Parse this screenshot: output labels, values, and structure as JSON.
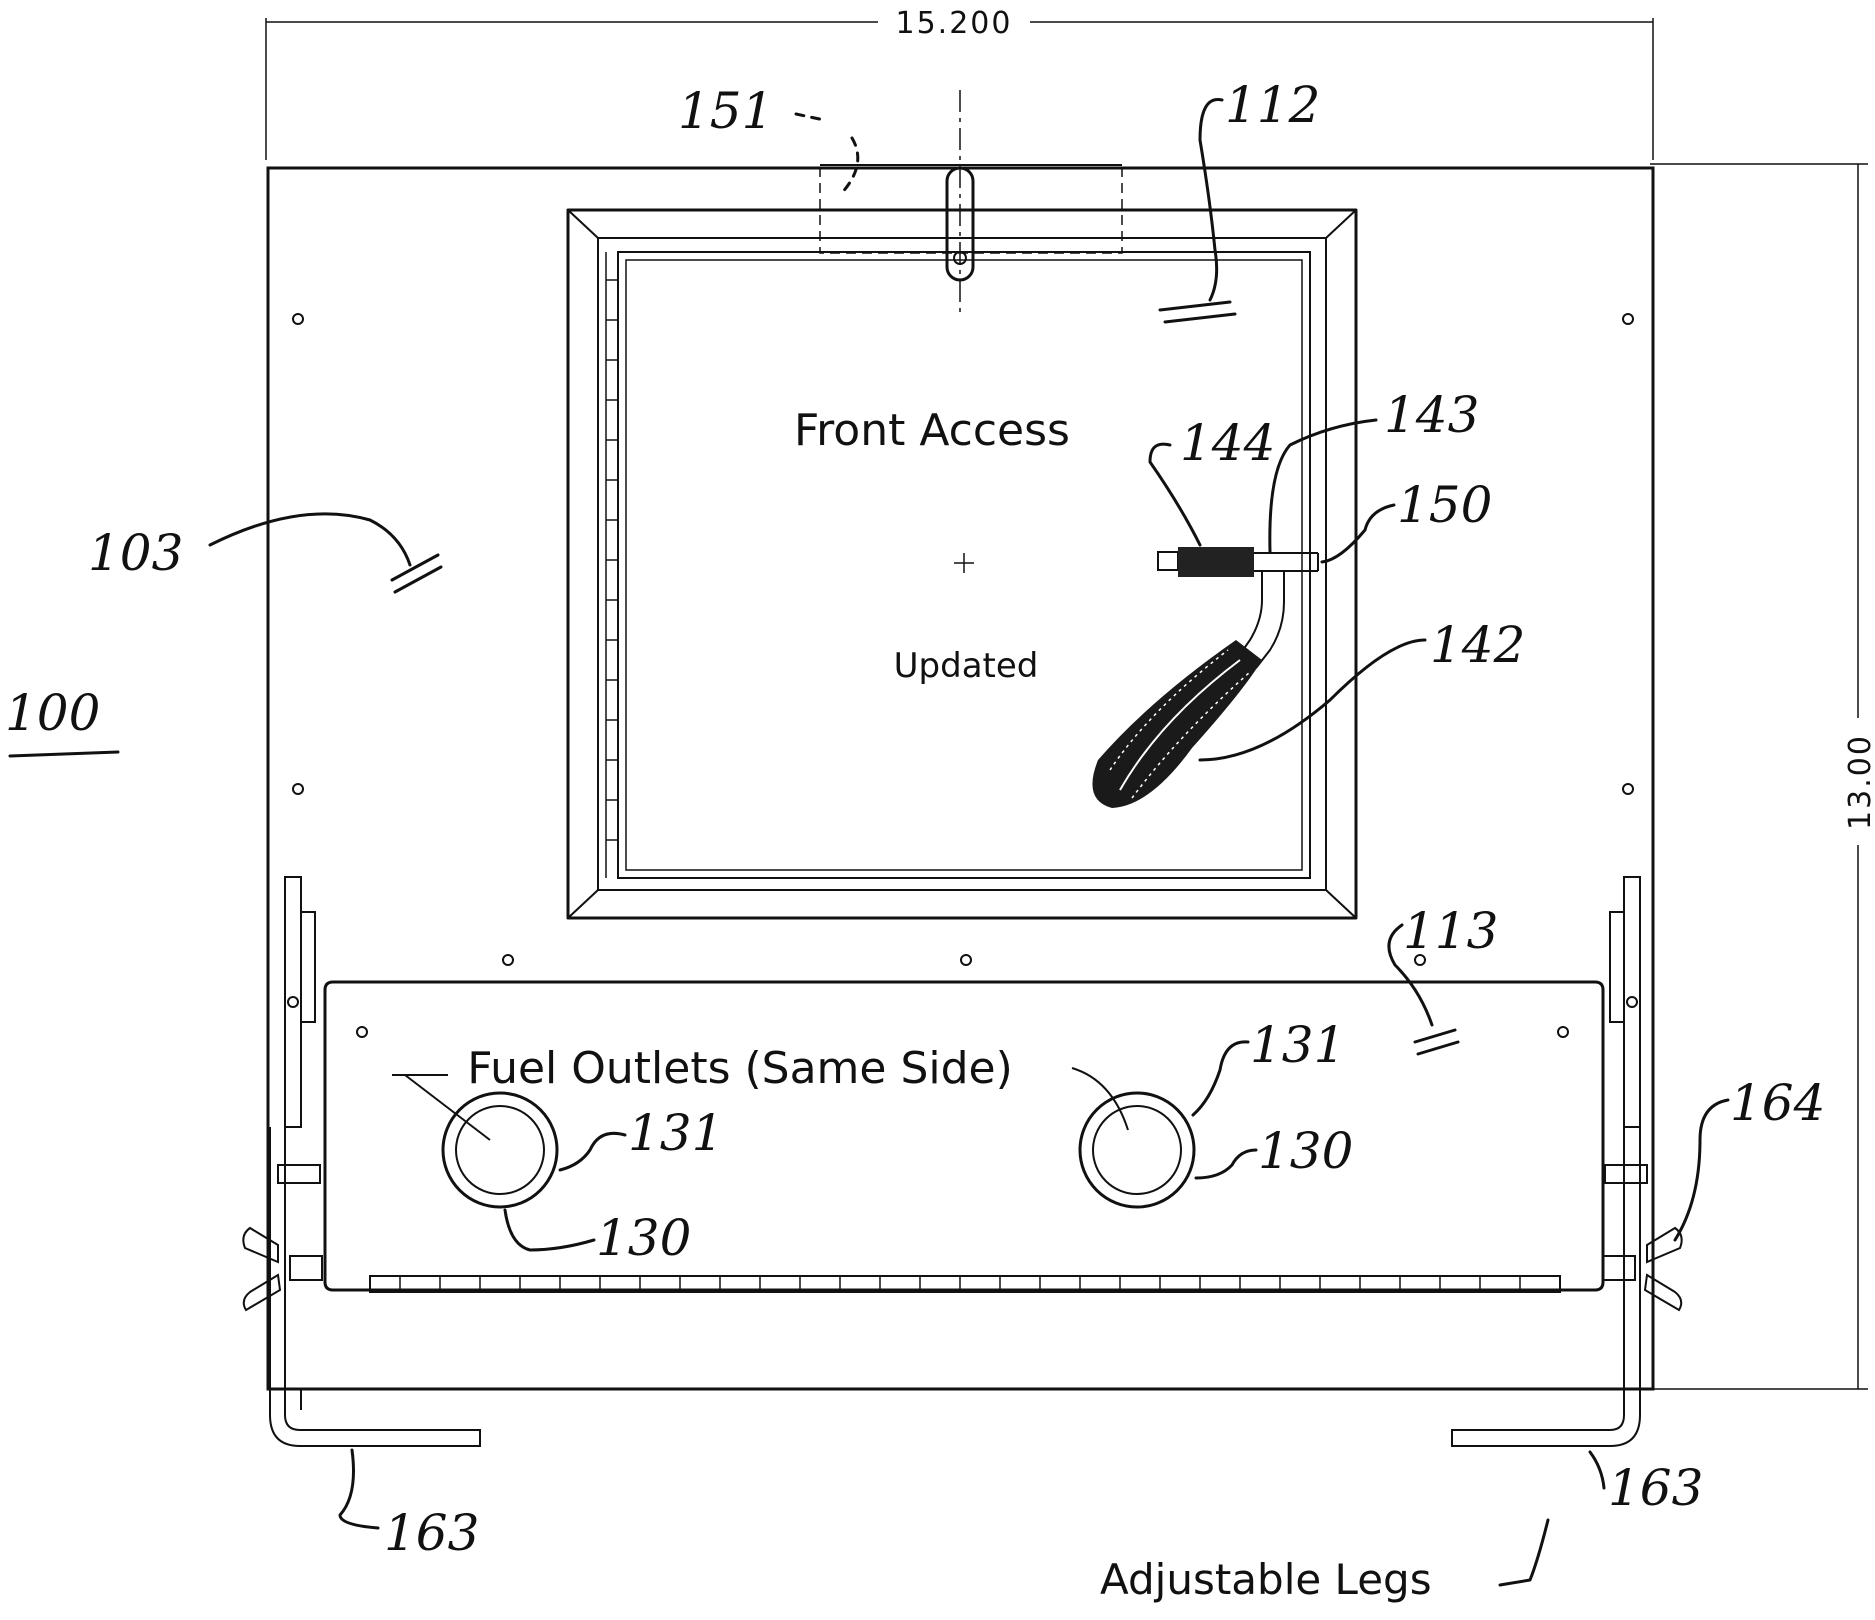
{
  "dimensions": {
    "width_label": "15.200",
    "height_label": "13.00"
  },
  "labels": {
    "front_access": "Front Access",
    "center_text": "Updated",
    "fuel_outlets": "Fuel Outlets (Same Side)",
    "adjustable_legs": "Adjustable Legs"
  },
  "refs": {
    "r100": "100",
    "r103": "103",
    "r112": "112",
    "r113": "113",
    "r130a": "130",
    "r130b": "130",
    "r131a": "131",
    "r131b": "131",
    "r142": "142",
    "r143": "143",
    "r144": "144",
    "r150": "150",
    "r151": "151",
    "r163a": "163",
    "r163b": "163",
    "r164": "164"
  }
}
